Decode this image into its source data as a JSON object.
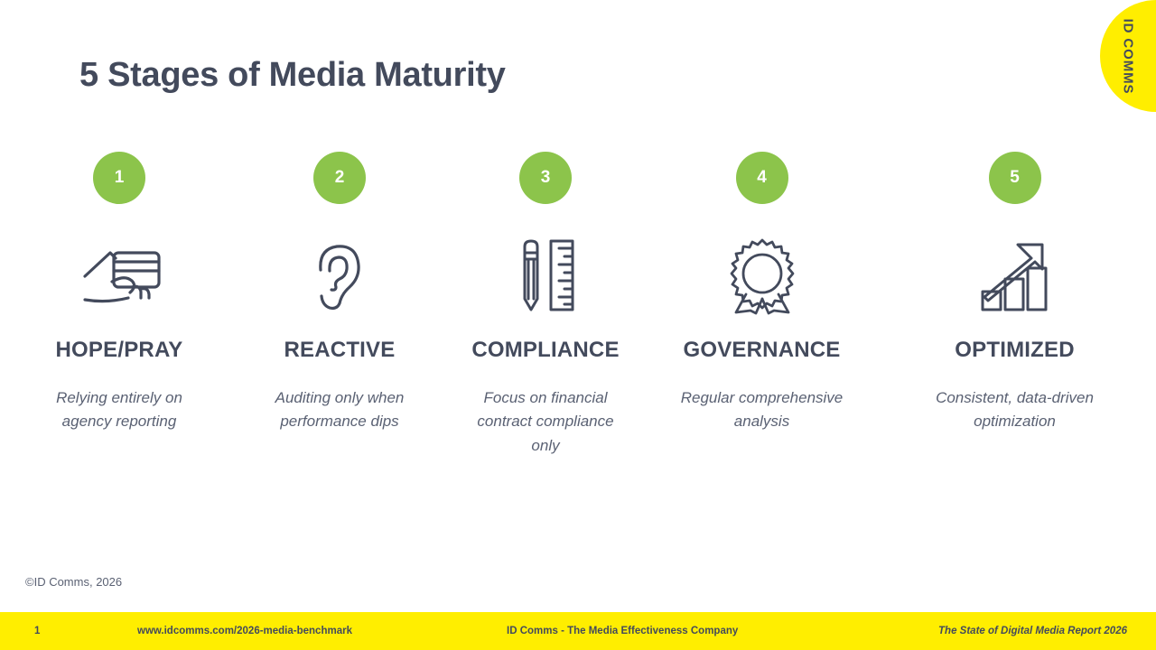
{
  "brand": {
    "logo_text": "ID COMMS",
    "yellow": "#FFEE00",
    "green": "#8CC44B",
    "ink": "#434A5C"
  },
  "title": "5 Stages of Media Maturity",
  "stages": [
    {
      "number": "1",
      "icon": "hand-credit-card-icon",
      "heading": "HOPE/PRAY",
      "description": "Relying entirely on agency reporting"
    },
    {
      "number": "2",
      "icon": "ear-icon",
      "heading": "REACTIVE",
      "description": "Auditing only when performance dips"
    },
    {
      "number": "3",
      "icon": "pencil-ruler-icon",
      "heading": "COMPLIANCE",
      "description": "Focus on financial contract compliance only"
    },
    {
      "number": "4",
      "icon": "award-ribbon-icon",
      "heading": "GOVERNANCE",
      "description": "Regular comprehensive analysis"
    },
    {
      "number": "5",
      "icon": "growth-chart-icon",
      "heading": "OPTIMIZED",
      "description": "Consistent, data-driven optimization"
    }
  ],
  "copyright": "©ID Comms, 2026",
  "footer": {
    "page_number": "1",
    "url": "www.idcomms.com/2026-media-benchmark",
    "company": "ID Comms - The Media Effectiveness Company",
    "report": "The State of Digital Media Report 2026"
  }
}
